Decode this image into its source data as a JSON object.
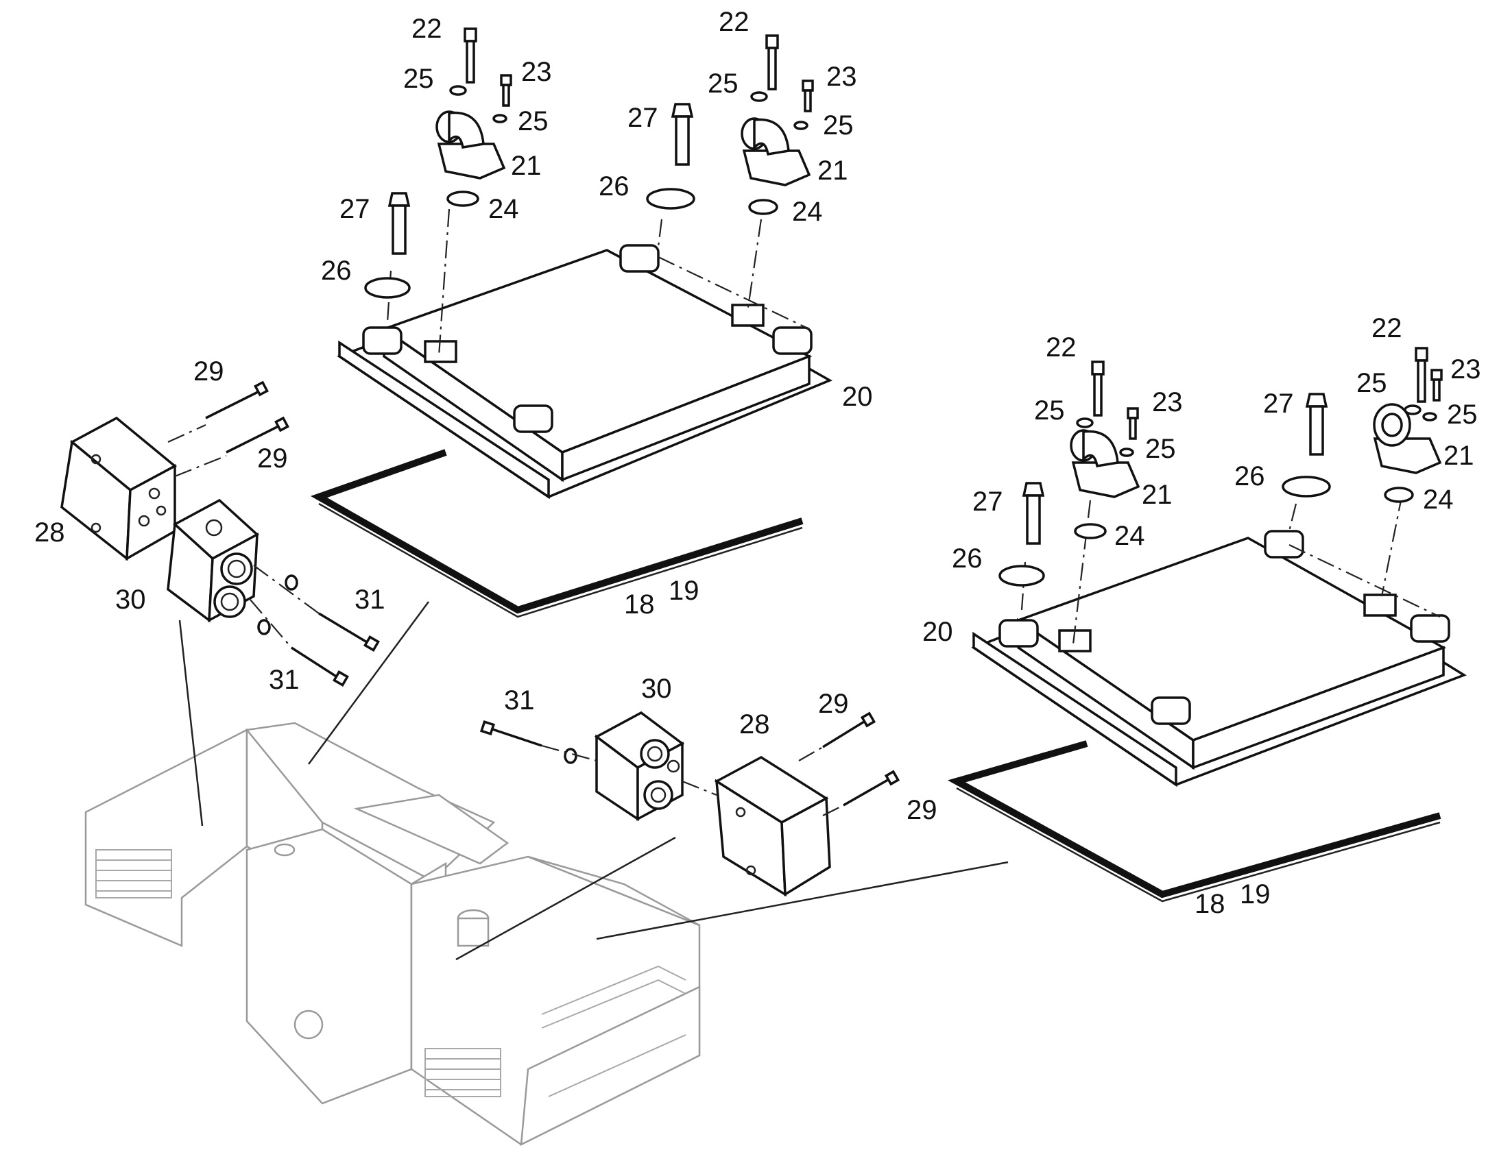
{
  "callouts": {
    "left_cooler": {
      "l18": "18",
      "l19": "19",
      "l20": "20",
      "l21a": "21",
      "l21b": "21",
      "l22a": "22",
      "l22b": "22",
      "l23a": "23",
      "l23b": "23",
      "l24a": "24",
      "l24b": "24",
      "l25a": "25",
      "l25b": "25",
      "l25c": "25",
      "l25d": "25",
      "l26a": "26",
      "l26b": "26",
      "l27a": "27",
      "l27b": "27"
    },
    "right_cooler": {
      "l18": "18",
      "l19": "19",
      "l20": "20",
      "l21a": "21",
      "l21b": "21",
      "l22a": "22",
      "l22b": "22",
      "l23a": "23",
      "l23b": "23",
      "l24a": "24",
      "l24b": "24",
      "l25a": "25",
      "l25b": "25",
      "l25c": "25",
      "l25d": "25",
      "l26a": "26",
      "l26b": "26",
      "l27a": "27",
      "l27b": "27"
    },
    "left_valve": {
      "l28": "28",
      "l29a": "29",
      "l29b": "29",
      "l30": "30",
      "l31a": "31",
      "l31b": "31"
    },
    "center_valve": {
      "l28": "28",
      "l29a": "29",
      "l29b": "29",
      "l30": "30",
      "l31": "31"
    }
  },
  "colors": {
    "line": "#111111",
    "chassis": "#9a9a9a",
    "background": "#ffffff"
  }
}
